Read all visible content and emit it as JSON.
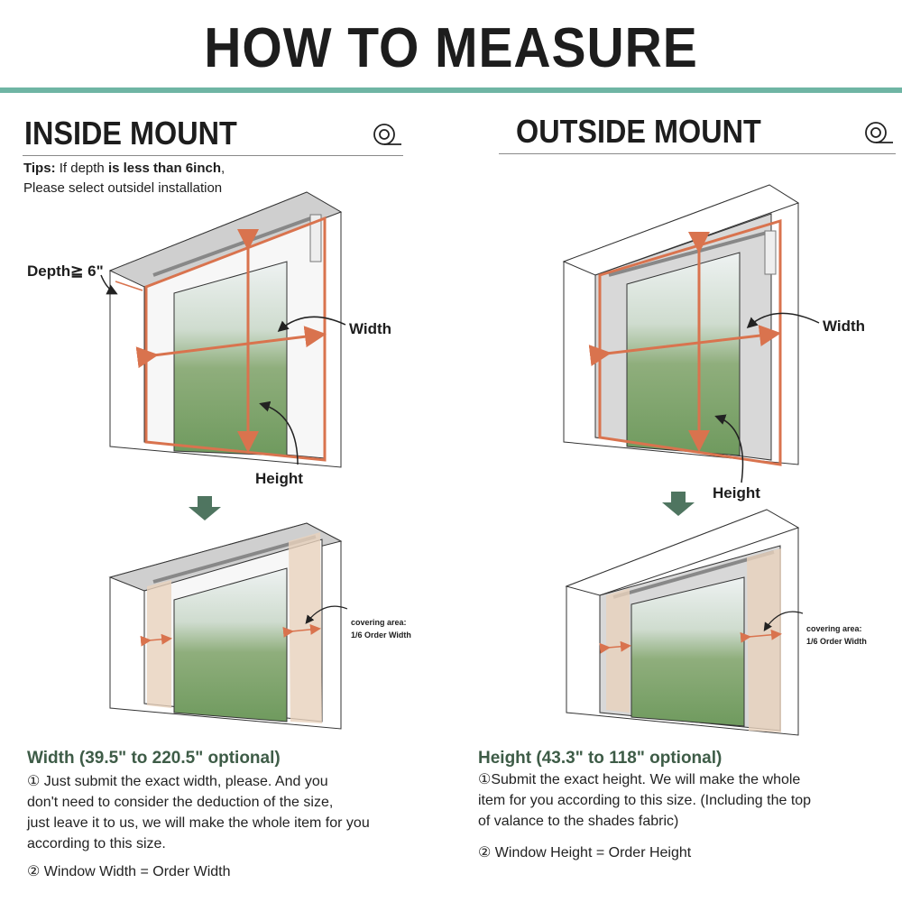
{
  "title": "HOW TO MEASURE",
  "inside": {
    "heading": "INSIDE MOUNT",
    "icon": "tape-measure-icon",
    "tips_label": "Tips:",
    "tips_text1": " If depth ",
    "tips_bold": "is less than 6inch",
    "tips_text2": ",",
    "tips_line2": "Please select outsidel installation",
    "depth_label": "Depth≧ 6\"",
    "width_label": "Width",
    "height_label": "Height",
    "covering_line1": "covering area:",
    "covering_line2": "1/6 Order Width",
    "spec_title": "Width (39.5\" to 220.5\" optional)",
    "spec_lines": [
      "① Just submit the exact width, please. And you",
      "don't need to consider the deduction of the size,",
      "just leave it to us, we will make the whole item for you",
      "according to this size."
    ],
    "spec_rule": "② Window Width = Order Width"
  },
  "outside": {
    "heading": "OUTSIDE MOUNT",
    "icon": "tape-measure-icon",
    "width_label": "Width",
    "height_label": "Height",
    "covering_line1": "covering area:",
    "covering_line2": "1/6 Order Width",
    "spec_title": "Height (43.3\" to 118\" optional)",
    "spec_lines": [
      "①Submit the exact height. We will make the whole",
      "item for you according to this size. (Including the top",
      "of valance to the shades  fabric)"
    ],
    "spec_rule": "② Window Height = Order Height"
  },
  "colors": {
    "accent": "#6fb5a4",
    "measure": "#d9734e",
    "spec_title": "#3e5c47",
    "arrow": "#4f7560"
  }
}
